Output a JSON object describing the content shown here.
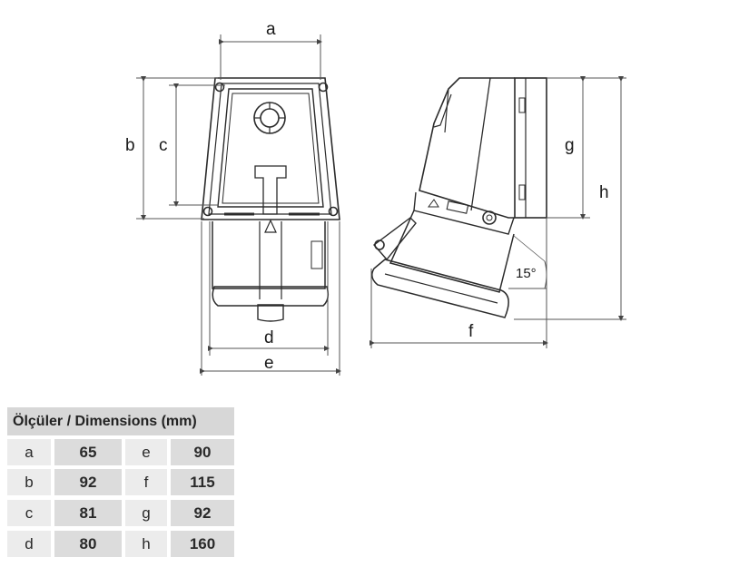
{
  "drawing": {
    "dimension_labels": {
      "a": "a",
      "b": "b",
      "c": "c",
      "d": "d",
      "e": "e",
      "f": "f",
      "g": "g",
      "h": "h"
    },
    "angle_label": "15°"
  },
  "table": {
    "header": "Ölçüler / Dimensions (mm)",
    "rows": [
      {
        "k1": "a",
        "v1": "65",
        "k2": "e",
        "v2": "90"
      },
      {
        "k1": "b",
        "v1": "92",
        "k2": "f",
        "v2": "115"
      },
      {
        "k1": "c",
        "v1": "81",
        "k2": "g",
        "v2": "92"
      },
      {
        "k1": "d",
        "v1": "80",
        "k2": "h",
        "v2": "160"
      }
    ]
  }
}
